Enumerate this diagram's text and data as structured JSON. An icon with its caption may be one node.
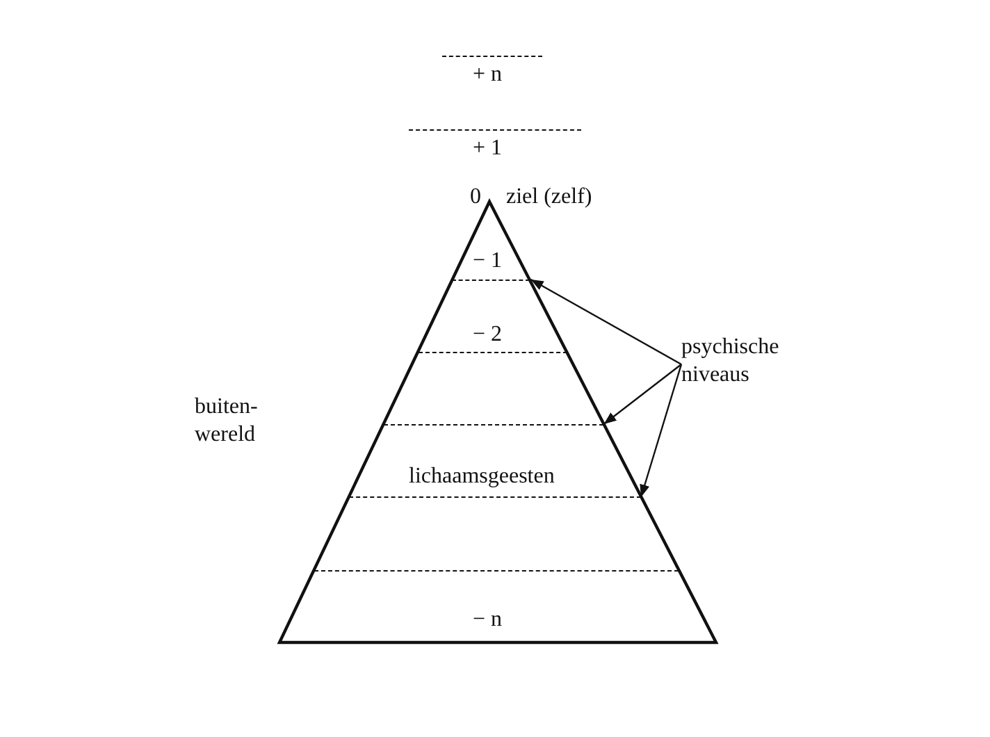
{
  "diagram": {
    "nodes": [
      {
        "text": [
          "psychische niveaus"
        ]
      },
      {
        "text": [],
        "shape": "line"
      },
      {
        "text": [],
        "shape": "line"
      },
      {
        "text": [],
        "shape": "line"
      }
    ],
    "edges": [
      {
        "from": 0,
        "to": 1,
        "arrow": "to"
      },
      {
        "from": 0,
        "to": 2,
        "arrow": "to"
      },
      {
        "from": 0,
        "to": 3,
        "arrow": "to"
      }
    ],
    "labels": [
      "+ n",
      "+ 1",
      "0",
      "ziel (zelf)",
      "− 1",
      "− 2",
      "buiten- wereld",
      "lichaamsgeesten",
      "− n"
    ]
  }
}
